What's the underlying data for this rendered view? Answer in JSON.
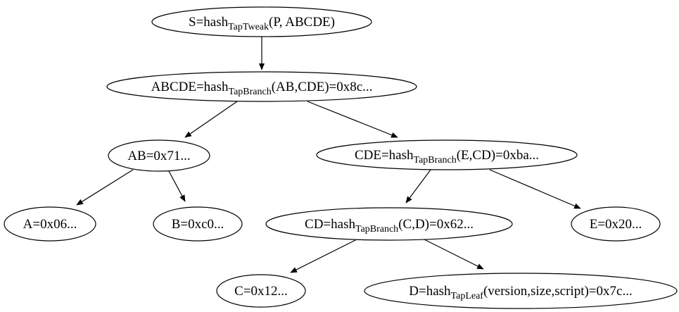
{
  "diagram": {
    "type": "tree",
    "background_color": "#ffffff",
    "stroke_color": "#000000",
    "text_color": "#000000",
    "nodes": [
      {
        "id": "S",
        "prefix": "S=hash",
        "subscript": "TapTweak",
        "suffix": "(P, ABCDE)"
      },
      {
        "id": "ABCDE",
        "prefix": "ABCDE=hash",
        "subscript": "TapBranch",
        "suffix": "(AB,CDE)=0x8c..."
      },
      {
        "id": "AB",
        "prefix": "AB=0x71...",
        "subscript": "",
        "suffix": ""
      },
      {
        "id": "CDE",
        "prefix": "CDE=hash",
        "subscript": "TapBranch",
        "suffix": "(E,CD)=0xba..."
      },
      {
        "id": "A",
        "prefix": "A=0x06...",
        "subscript": "",
        "suffix": ""
      },
      {
        "id": "B",
        "prefix": "B=0xc0...",
        "subscript": "",
        "suffix": ""
      },
      {
        "id": "CD",
        "prefix": "CD=hash",
        "subscript": "TapBranch",
        "suffix": "(C,D)=0x62..."
      },
      {
        "id": "E",
        "prefix": "E=0x20...",
        "subscript": "",
        "suffix": ""
      },
      {
        "id": "C",
        "prefix": "C=0x12...",
        "subscript": "",
        "suffix": ""
      },
      {
        "id": "D",
        "prefix": "D=hash",
        "subscript": "TapLeaf",
        "suffix": "(version,size,script)=0x7c..."
      }
    ],
    "edges": [
      {
        "from": "S",
        "to": "ABCDE"
      },
      {
        "from": "ABCDE",
        "to": "AB"
      },
      {
        "from": "ABCDE",
        "to": "CDE"
      },
      {
        "from": "AB",
        "to": "A"
      },
      {
        "from": "AB",
        "to": "B"
      },
      {
        "from": "CDE",
        "to": "CD"
      },
      {
        "from": "CDE",
        "to": "E"
      },
      {
        "from": "CD",
        "to": "C"
      },
      {
        "from": "CD",
        "to": "D"
      }
    ]
  }
}
